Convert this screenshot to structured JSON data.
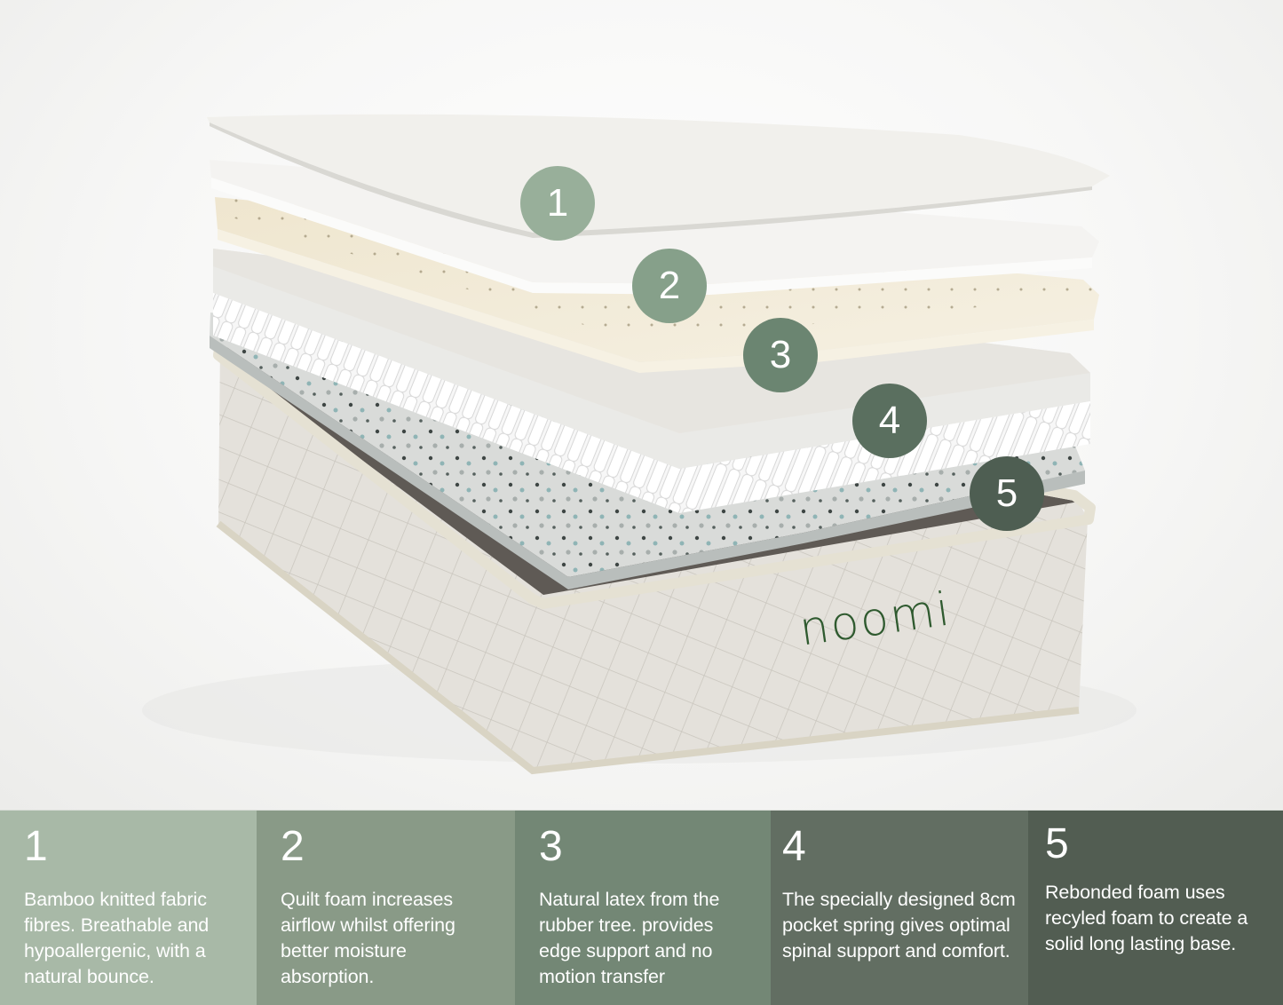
{
  "brand": {
    "logo_text": "noomi"
  },
  "illustration": {
    "title": "Exploded mattress layer diagram",
    "callouts": [
      {
        "number": "1",
        "color": "#98af9a"
      },
      {
        "number": "2",
        "color": "#86a08a"
      },
      {
        "number": "3",
        "color": "#6b8571"
      },
      {
        "number": "4",
        "color": "#5a6f5f"
      },
      {
        "number": "5",
        "color": "#4e5e52"
      }
    ]
  },
  "layers": [
    {
      "number": "1",
      "description": "Bamboo knitted fabric fibres. Breathable and hypoallergenic, with a natural bounce.",
      "color": "#a8b9a7"
    },
    {
      "number": "2",
      "description": "Quilt foam increases airflow whilst offering better moisture absorption.",
      "color": "#899a87"
    },
    {
      "number": "3",
      "description": "Natural latex from the rubber tree. provides edge support and no motion transfer",
      "color": "#738775"
    },
    {
      "number": "4",
      "description": "The specially designed 8cm pocket spring gives optimal spinal support and comfort.",
      "color": "#626e62"
    },
    {
      "number": "5",
      "description": "Rebonded foam uses recyled foam to create a solid long lasting base.",
      "color": "#525d52"
    }
  ]
}
